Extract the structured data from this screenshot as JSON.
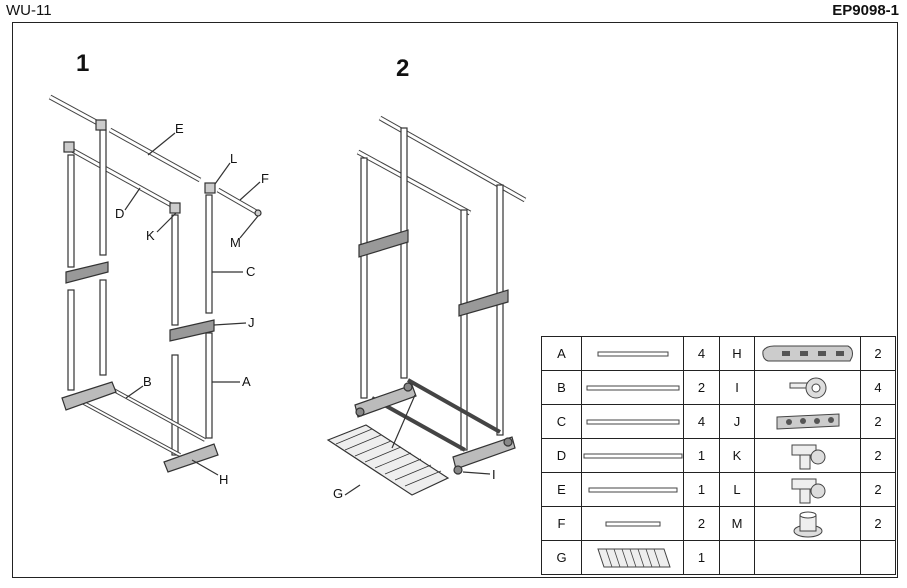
{
  "header": {
    "model": "WU-11",
    "code": "EP9098-1"
  },
  "steps": [
    "1",
    "2"
  ],
  "callouts_step1": [
    "E",
    "L",
    "F",
    "D",
    "K",
    "M",
    "C",
    "J",
    "B",
    "A",
    "H"
  ],
  "callouts_step2": [
    "I",
    "G"
  ],
  "parts": [
    {
      "left": {
        "letter": "A",
        "qty": "4",
        "icon": "tube-icon"
      },
      "right": {
        "letter": "H",
        "qty": "2",
        "icon": "foot-base-icon"
      }
    },
    {
      "left": {
        "letter": "B",
        "qty": "2",
        "icon": "tube-icon"
      },
      "right": {
        "letter": "I",
        "qty": "4",
        "icon": "caster-wheel-icon"
      }
    },
    {
      "left": {
        "letter": "C",
        "qty": "4",
        "icon": "tube-icon"
      },
      "right": {
        "letter": "J",
        "qty": "2",
        "icon": "connector-bracket-icon"
      }
    },
    {
      "left": {
        "letter": "D",
        "qty": "1",
        "icon": "tube-icon"
      },
      "right": {
        "letter": "K",
        "qty": "2",
        "icon": "tee-joint-icon"
      }
    },
    {
      "left": {
        "letter": "E",
        "qty": "1",
        "icon": "tube-icon"
      },
      "right": {
        "letter": "L",
        "qty": "2",
        "icon": "tee-joint-icon"
      }
    },
    {
      "left": {
        "letter": "F",
        "qty": "2",
        "icon": "tube-icon"
      },
      "right": {
        "letter": "M",
        "qty": "2",
        "icon": "end-cap-icon"
      }
    },
    {
      "left": {
        "letter": "G",
        "qty": "1",
        "icon": "shoe-rack-icon"
      },
      "right": {
        "letter": "",
        "qty": "",
        "icon": ""
      }
    }
  ]
}
